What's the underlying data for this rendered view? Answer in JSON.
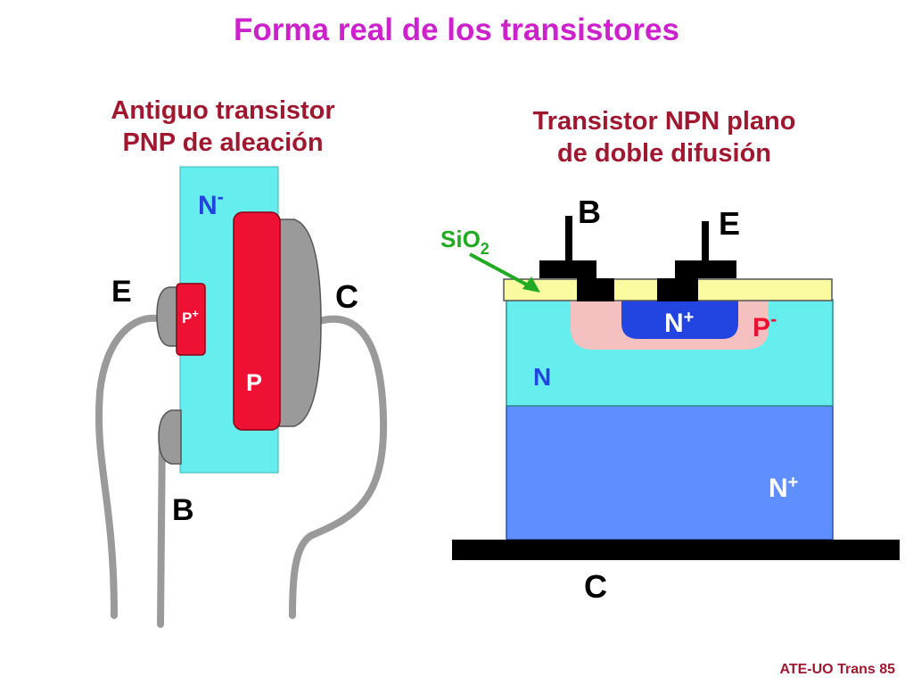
{
  "title": "Forma real de los transistores",
  "left": {
    "subtitle_line1": "Antiguo transistor",
    "subtitle_line2": "PNP de aleación",
    "labels": {
      "base_region": "N",
      "base_region_sign": "-",
      "emitter_region": "P",
      "emitter_region_sign": "+",
      "collector_region": "P",
      "emitter_terminal": "E",
      "collector_terminal": "C",
      "base_terminal": "B"
    }
  },
  "right": {
    "subtitle_line1": "Transistor NPN plano",
    "subtitle_line2": "de doble difusión",
    "labels": {
      "oxide_main": "SiO",
      "oxide_sub": "2",
      "base_terminal": "B",
      "emitter_terminal": "E",
      "collector_terminal": "C",
      "emitter_region": "N",
      "emitter_region_sign": "+",
      "base_region": "P",
      "base_region_sign": "-",
      "epi_region": "N",
      "substrate_region": "N",
      "substrate_region_sign": "+"
    }
  },
  "footer": "ATE-UO Trans 85",
  "colors": {
    "title": "#cc22cc",
    "subtitle": "#a01830",
    "n_light": "#66eeee",
    "n_heavy": "#5f8eff",
    "p_region": "#ee1133",
    "p_minus": "#f4c0c0",
    "n_plus_emitter": "#2244e0",
    "oxide": "#fafaa0",
    "metal": "#000000",
    "gray_contact": "#9a9a9a",
    "sio2_label": "#22aa22",
    "n_label": "#2244e0",
    "p_label": "#ee1133"
  }
}
